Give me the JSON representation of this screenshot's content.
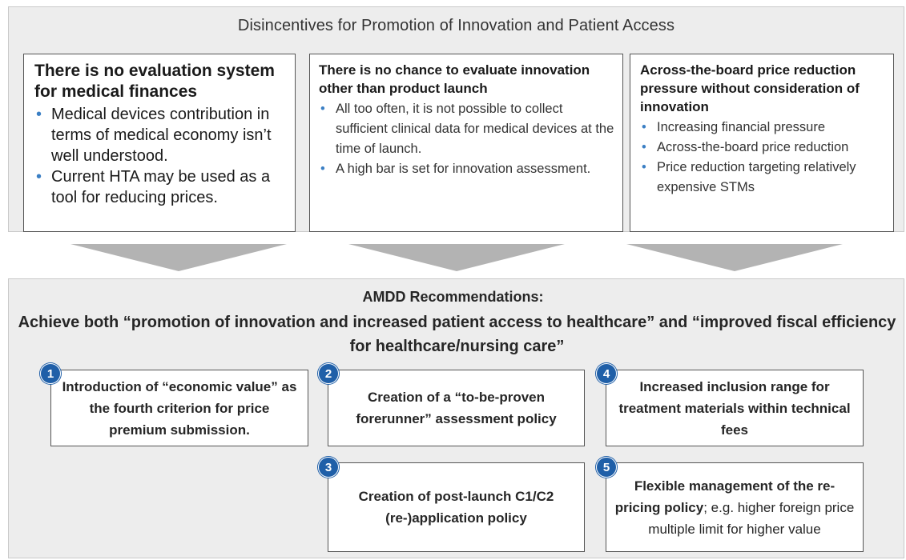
{
  "top_panel": {
    "title": "Disincentives for Promotion of Innovation and Patient Access",
    "boxes": [
      {
        "heading": "There is no evaluation system for medical finances",
        "bullets": [
          "Medical devices contribution in terms of medical economy isn’t well understood.",
          "Current HTA may be used as a tool for reducing prices."
        ]
      },
      {
        "heading": "There is no chance to evaluate innovation other than product launch",
        "bullets": [
          "All too often, it is not possible to collect sufficient clinical data for medical devices at the time of launch.",
          "A high bar is set for innovation assessment."
        ]
      },
      {
        "heading": "Across-the-board price reduction pressure without consideration of innovation",
        "bullets": [
          "Increasing financial pressure",
          "Across-the-board price reduction",
          "Price reduction targeting relatively expensive STMs"
        ]
      }
    ]
  },
  "bottom_panel": {
    "title": "AMDD Recommendations:",
    "subtitle": "Achieve both “promotion of innovation and increased patient access to healthcare” and “improved fiscal efficiency for healthcare/nursing care”",
    "recommendations": [
      {
        "number": "1",
        "text": "Introduction of “economic value” as the fourth criterion for price premium submission."
      },
      {
        "number": "2",
        "text": "Creation of a “to-be-proven forerunner” assessment policy"
      },
      {
        "number": "4",
        "text": "Increased inclusion range for treatment materials within technical fees"
      },
      {
        "number": "3",
        "text": "Creation of post-launch C1/C2 (re-)application policy"
      },
      {
        "number": "5",
        "text_bold": "Flexible management of the re-pricing policy",
        "text_rest": "; e.g. higher foreign price multiple limit for higher value"
      }
    ]
  },
  "colors": {
    "panel_bg": "#ededed",
    "arrow": "#b3b3b3",
    "badge": "#1f5fa8",
    "bullet": "#3b7fc4"
  }
}
